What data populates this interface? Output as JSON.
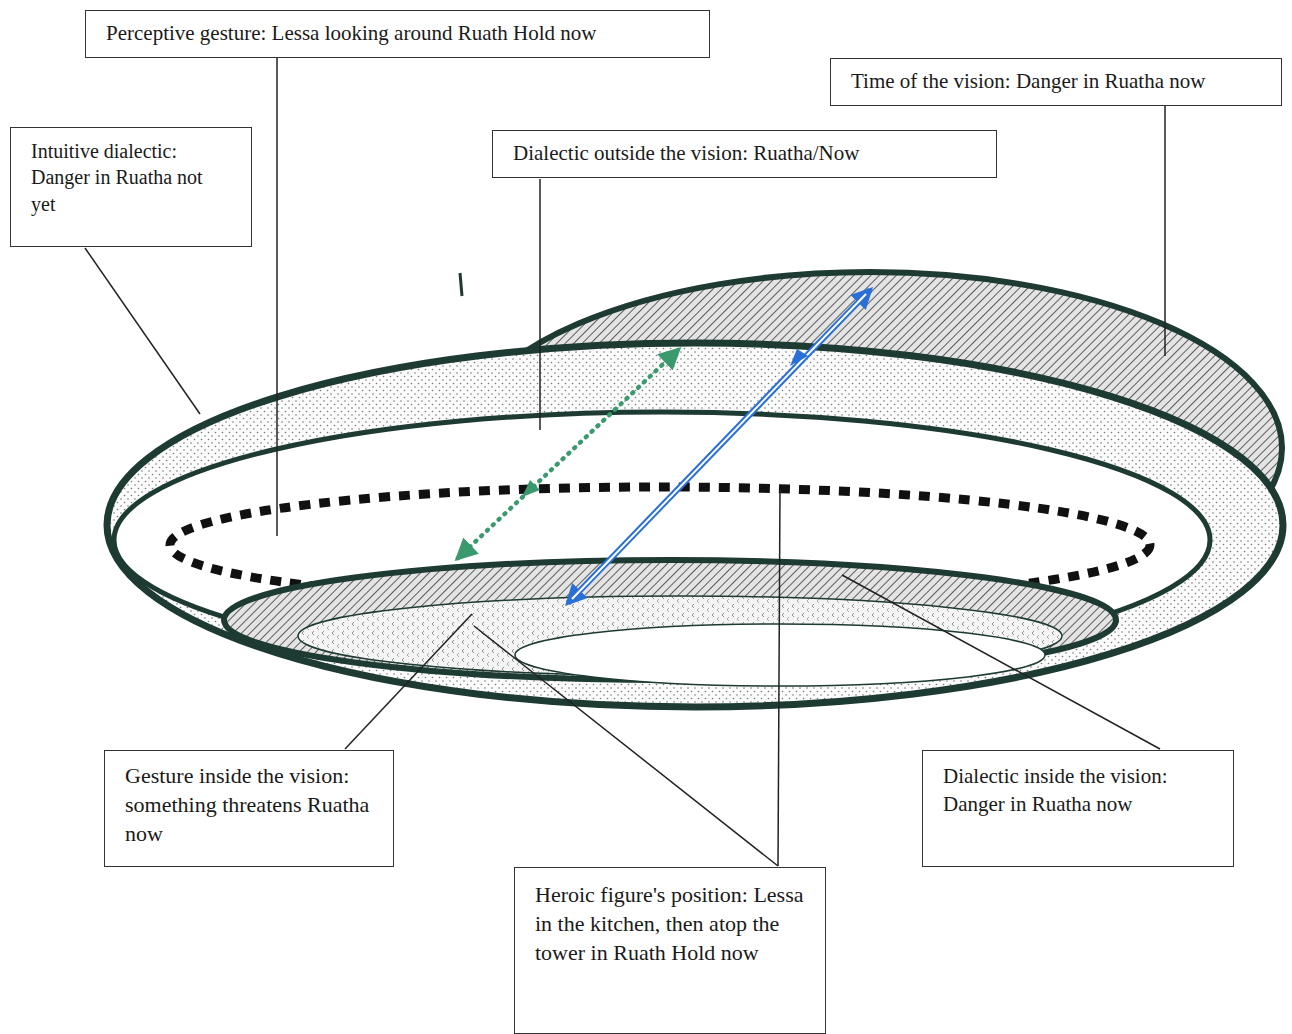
{
  "diagram": {
    "nodes": [
      {
        "text": [
          "Perceptive gesture: Lessa looking around Ruath Hold now"
        ]
      },
      {
        "text": [
          "Time of the vision: Danger in Ruatha now"
        ]
      },
      {
        "text": [
          "Intuitive dialectic: Danger in Ruatha not yet"
        ]
      },
      {
        "text": [
          "Dialectic outside the vision: Ruatha/Now"
        ]
      },
      {
        "text": [
          "Gesture inside the vision: something threatens Ruatha now"
        ]
      },
      {
        "text": [
          "Dialectic inside the vision: Danger in Ruatha now"
        ]
      },
      {
        "text": [
          "Heroic figure's position: Lessa in the kitchen, then atop the tower in Ruath Hold now"
        ]
      }
    ]
  }
}
